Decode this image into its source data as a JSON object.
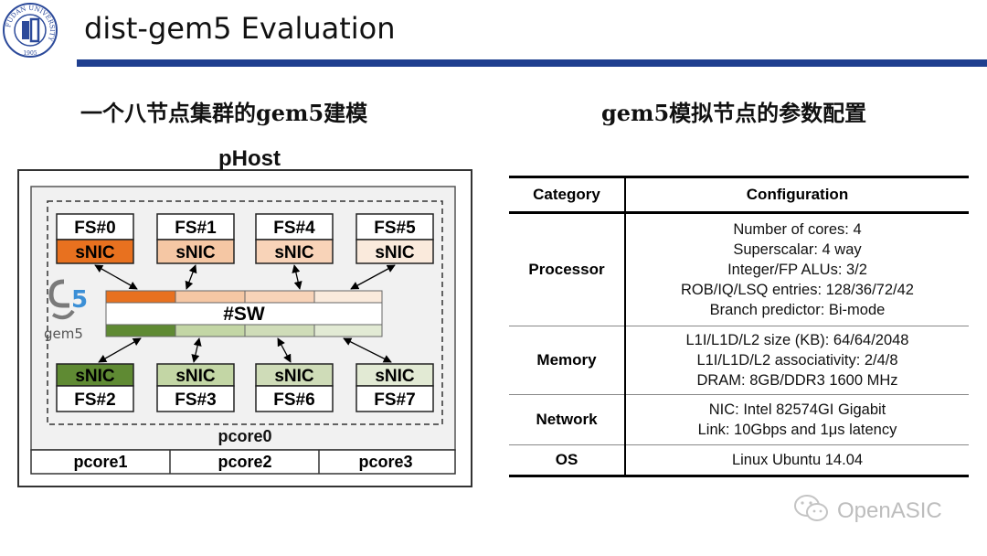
{
  "header": {
    "title": "dist-gem5 Evaluation",
    "logo_text": "FUDAN UNIVERSITY",
    "logo_year": "1905"
  },
  "left_subtitle": "一个八节点集群的gem5建模",
  "right_subtitle": "gem5模拟节点的参数配置",
  "diagram": {
    "host_label": "pHost",
    "switch_label": "#SW",
    "pcore0_label": "pcore0",
    "bottom_cores": [
      "pcore1",
      "pcore2",
      "pcore3"
    ],
    "gem5_logo_text": "gem5",
    "top_nodes": [
      {
        "fs": "FS#0",
        "nic": "sNIC",
        "color": "#e8711f"
      },
      {
        "fs": "FS#1",
        "nic": "sNIC",
        "color": "#f5c7a4"
      },
      {
        "fs": "FS#4",
        "nic": "sNIC",
        "color": "#f8d3b8"
      },
      {
        "fs": "FS#5",
        "nic": "sNIC",
        "color": "#faeadc"
      }
    ],
    "bottom_nodes": [
      {
        "fs": "FS#2",
        "nic": "sNIC",
        "color": "#5f8a33"
      },
      {
        "fs": "FS#3",
        "nic": "sNIC",
        "color": "#c3d6a5"
      },
      {
        "fs": "FS#6",
        "nic": "sNIC",
        "color": "#cfdcb8"
      },
      {
        "fs": "FS#7",
        "nic": "sNIC",
        "color": "#e2ead4"
      }
    ]
  },
  "table": {
    "headers": [
      "Category",
      "Configuration"
    ],
    "rows": [
      {
        "category": "Processor",
        "lines": [
          "Number of cores: 4",
          "Superscalar: 4 way",
          "Integer/FP ALUs: 3/2",
          "ROB/IQ/LSQ entries: 128/36/72/42",
          "Branch predictor: Bi-mode"
        ]
      },
      {
        "category": "Memory",
        "lines": [
          "L1I/L1D/L2 size (KB): 64/64/2048",
          "L1I/L1D/L2 associativity: 2/4/8",
          "DRAM: 8GB/DDR3 1600 MHz"
        ]
      },
      {
        "category": "Network",
        "lines": [
          "NIC: Intel 82574GI Gigabit",
          "Link: 10Gbps and 1μs latency"
        ]
      },
      {
        "category": "OS",
        "lines": [
          "Linux Ubuntu 14.04"
        ]
      }
    ]
  },
  "watermark": "OpenASIC",
  "colors": {
    "header_bar": "#1f3f8f"
  }
}
